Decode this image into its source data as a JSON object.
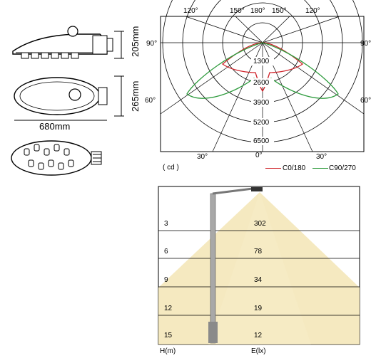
{
  "drawings": {
    "side_height": "205mm",
    "top_height": "265mm",
    "top_width": "680mm"
  },
  "polar": {
    "angle_labels_top": [
      "120°",
      "150°",
      "180°",
      "150°",
      "120°"
    ],
    "angle_left_90": "90°",
    "angle_right_90": "90°",
    "angle_left_60": "60°",
    "angle_right_60": "60°",
    "angle_bottom_left_30": "30°",
    "angle_bottom_right_30": "30°",
    "angle_bottom_0": "0°",
    "radial_labels": [
      "1300",
      "2600",
      "3900",
      "5200",
      "6500"
    ],
    "unit": "( cd )",
    "legend": [
      {
        "label": "C0/180",
        "color": "#d0262d"
      },
      {
        "label": "C90/270",
        "color": "#2e9b3d"
      }
    ]
  },
  "illuminance": {
    "rows": [
      {
        "h": "3",
        "e": "302"
      },
      {
        "h": "6",
        "e": "78"
      },
      {
        "h": "9",
        "e": "34"
      },
      {
        "h": "12",
        "e": "19"
      },
      {
        "h": "15",
        "e": "12"
      }
    ],
    "x_label": "H(m)",
    "y_label": "E(lx)",
    "light_color": "#f3e4b0"
  }
}
